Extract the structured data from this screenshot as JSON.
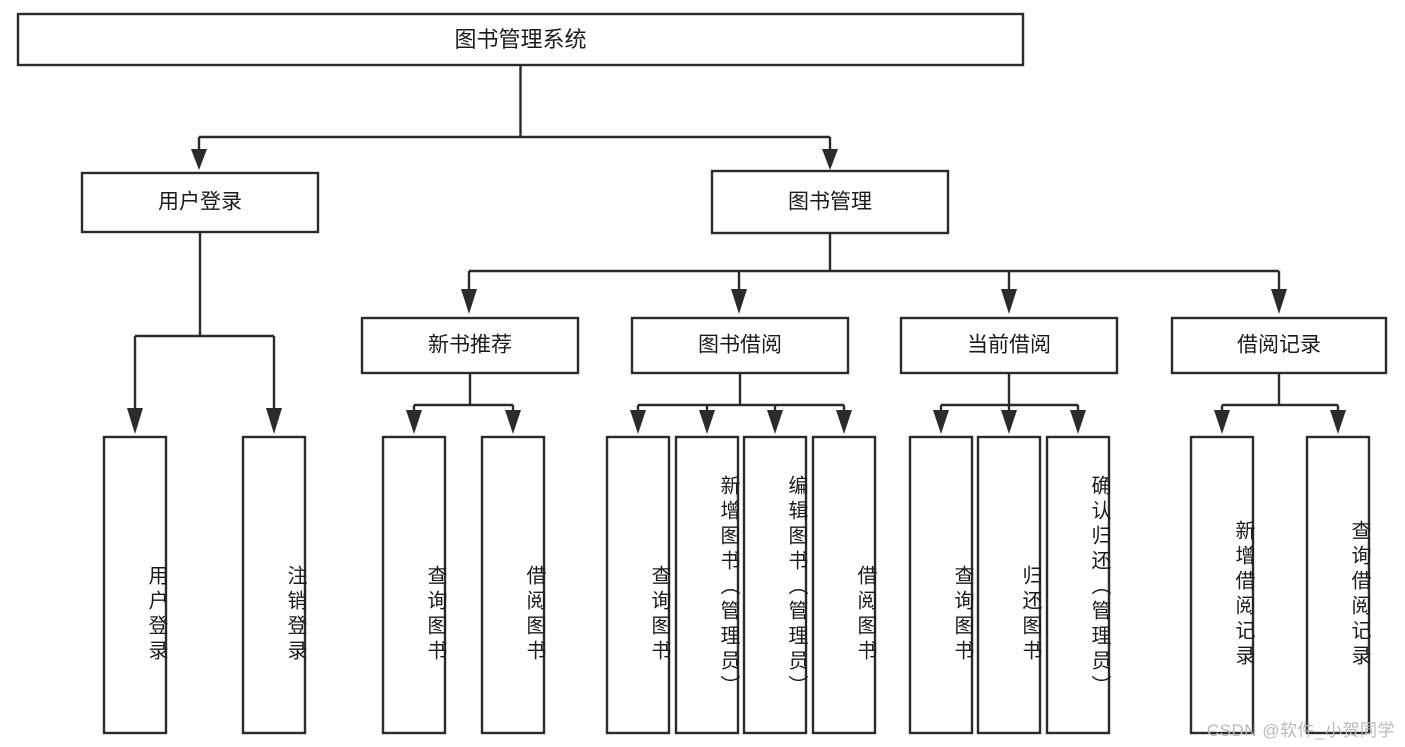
{
  "diagram": {
    "title": "图书管理系统",
    "type": "tree-hierarchy-chart",
    "orientation": "top-down",
    "colors": {
      "box_stroke": "#2b2b2b",
      "box_fill": "#ffffff",
      "connector": "#2b2b2b",
      "text": "#1b1b1b",
      "watermark": "#b9b9b9",
      "background": "#ffffff"
    }
  },
  "root": {
    "label": "图书管理系统"
  },
  "level2": {
    "user_login": {
      "label": "用户登录"
    },
    "book_manage": {
      "label": "图书管理"
    }
  },
  "level3": {
    "new_book_recommend": {
      "label": "新书推荐"
    },
    "book_borrow": {
      "label": "图书借阅"
    },
    "current_borrow": {
      "label": "当前借阅"
    },
    "borrow_record": {
      "label": "借阅记录"
    }
  },
  "leaves": {
    "user_login_children": [
      {
        "label": "用户登录"
      },
      {
        "label": "注销登录"
      }
    ],
    "new_book_recommend_children": [
      {
        "label": "查询图书"
      },
      {
        "label": "借阅图书"
      }
    ],
    "book_borrow_children": [
      {
        "label": "查询图书"
      },
      {
        "label": "新增图书（管理员）"
      },
      {
        "label": "编辑图书（管理员）"
      },
      {
        "label": "借阅图书"
      }
    ],
    "current_borrow_children": [
      {
        "label": "查询图书"
      },
      {
        "label": "归还图书"
      },
      {
        "label": "确认归还（管理员）"
      }
    ],
    "borrow_record_children": [
      {
        "label": "新增借阅记录"
      },
      {
        "label": "查询借阅记录"
      }
    ]
  },
  "watermark": {
    "text": "CSDN @软件_小贺同学"
  }
}
